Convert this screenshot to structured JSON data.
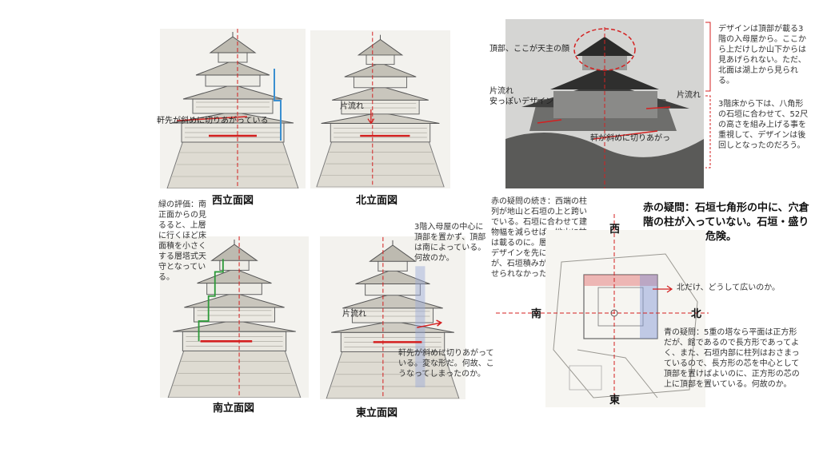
{
  "captions": {
    "west": "西立面図",
    "north": "北立面図",
    "south": "南立面図",
    "east": "東立面図"
  },
  "overlays": {
    "west_eave": "軒先が斜めに切りあがっている",
    "north_slope": "片流れ",
    "east_slope": "片流れ",
    "photo_top": "頂部、ここが天主の顔",
    "photo_slope_left": "片流れ\n安っぽいデザイン",
    "photo_slope_right": "片流れ",
    "photo_eave": "軒が斜めに切りあがっ",
    "compass_west": "西",
    "compass_south": "南",
    "compass_north": "北",
    "compass_east": "東"
  },
  "notes": {
    "photo_right_top": "デザインは頂部が載る3階の入母屋から。ここから上だけしか山下からは見あげられない。ただ、北面は湖上から見られる。",
    "photo_right_bottom": "3階床から下は、八角形の石垣に合わせて、52尺の高さを組み上げる事を重視して、デザインは後回しとなったのだろう。",
    "green_eval": "緑の評価：南正面からの見るると、上層に行くほど床面積を小さくする層塔式天守となっている。",
    "center_question": "3階入母屋の中心に頂部を置かず、頂部は南によっている。何故のか。",
    "east_eave": "軒先が斜めに切りあがっている。変な形だ。何故、こうなってしまったのか。",
    "red_cont": "赤の疑問の続き：西端の柱列が地山と石垣の上と跨いでいる。石垣に合わせて建物幅を減らせば、地山に柱は載るのに。層塔式の建物デザインを先に決めていたが、石垣積みが設計に合わせられなかったのか。",
    "red_question": "赤の疑問：石垣七角形の中に、穴倉階の柱が入っていない。石垣・盛り土の上の柱は危険。",
    "north_wide": "北だけ、どうして広いのか。",
    "blue_question": "青の疑問：5重の塔なら平面は正方形だが、館であるので長方形であってよく、また、石垣内部に柱列はおさまっているので、長方形の芯を中心として頂部を置けばよいのに、正方形の芯の上に頂部を置いている。何故のか。"
  },
  "colors": {
    "red": "#d42020",
    "blue": "#3a8fd0",
    "green": "#2e9a3a"
  }
}
